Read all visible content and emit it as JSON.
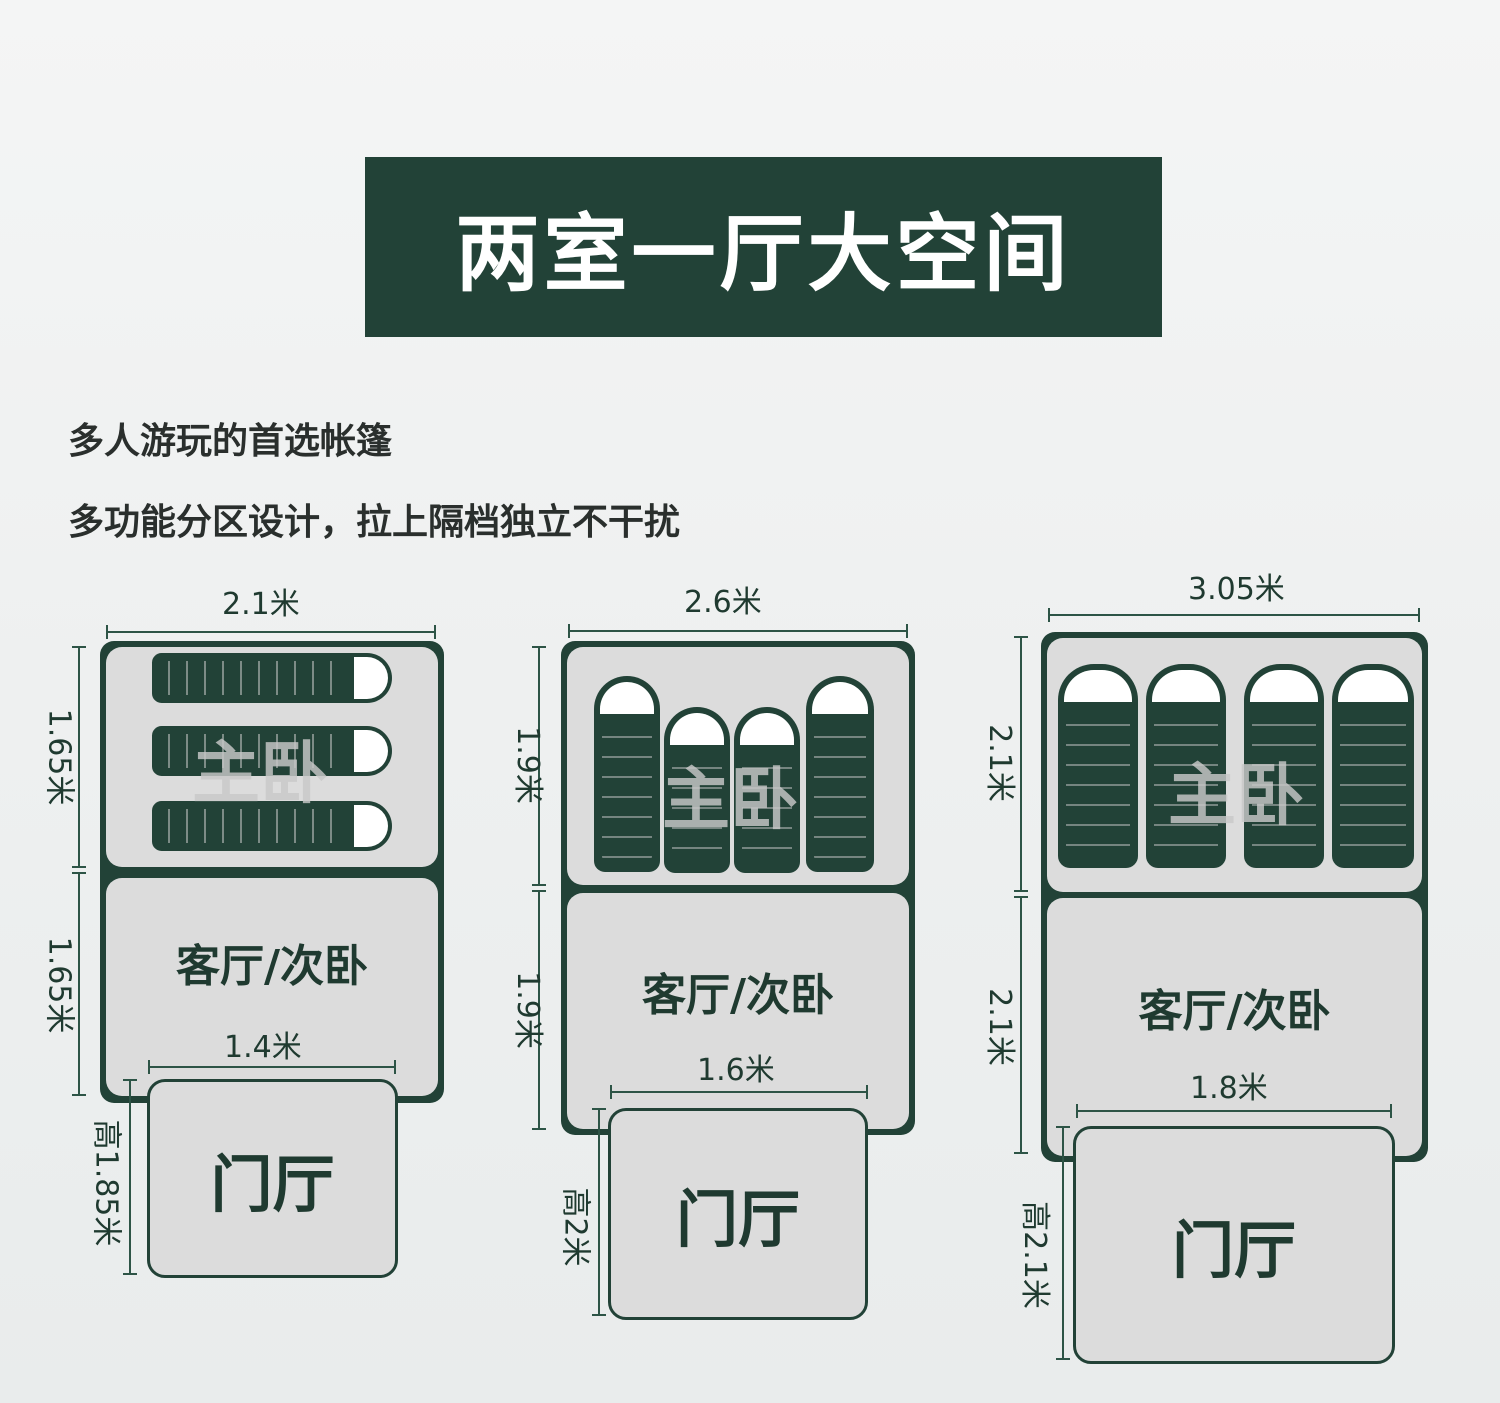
{
  "title": "两室一厅大空间",
  "subtitle_1": "多人游玩的首选帐篷",
  "subtitle_2": "多功能分区设计，拉上隔档独立不干扰",
  "tents": [
    {
      "width": "2.1米",
      "bedroom_depth": "1.65米",
      "living_depth": "1.65米",
      "hall_width": "1.4米",
      "hall_height": "高1.85米",
      "bedroom_label": "主卧",
      "living_label": "客厅/次卧",
      "hall_label": "门厅",
      "sleeping_bags": 3
    },
    {
      "width": "2.6米",
      "bedroom_depth": "1.9米",
      "living_depth": "1.9米",
      "hall_width": "1.6米",
      "hall_height": "高2米",
      "bedroom_label": "主卧",
      "living_label": "客厅/次卧",
      "hall_label": "门厅",
      "sleeping_bags": 4
    },
    {
      "width": "3.05米",
      "bedroom_depth": "2.1米",
      "living_depth": "2.1米",
      "hall_width": "1.8米",
      "hall_height": "高2.1米",
      "bedroom_label": "主卧",
      "living_label": "客厅/次卧",
      "hall_label": "门厅",
      "sleeping_bags": 4
    }
  ],
  "colors": {
    "brand_green": "#224237",
    "room_fill": "#dcdcdc"
  }
}
